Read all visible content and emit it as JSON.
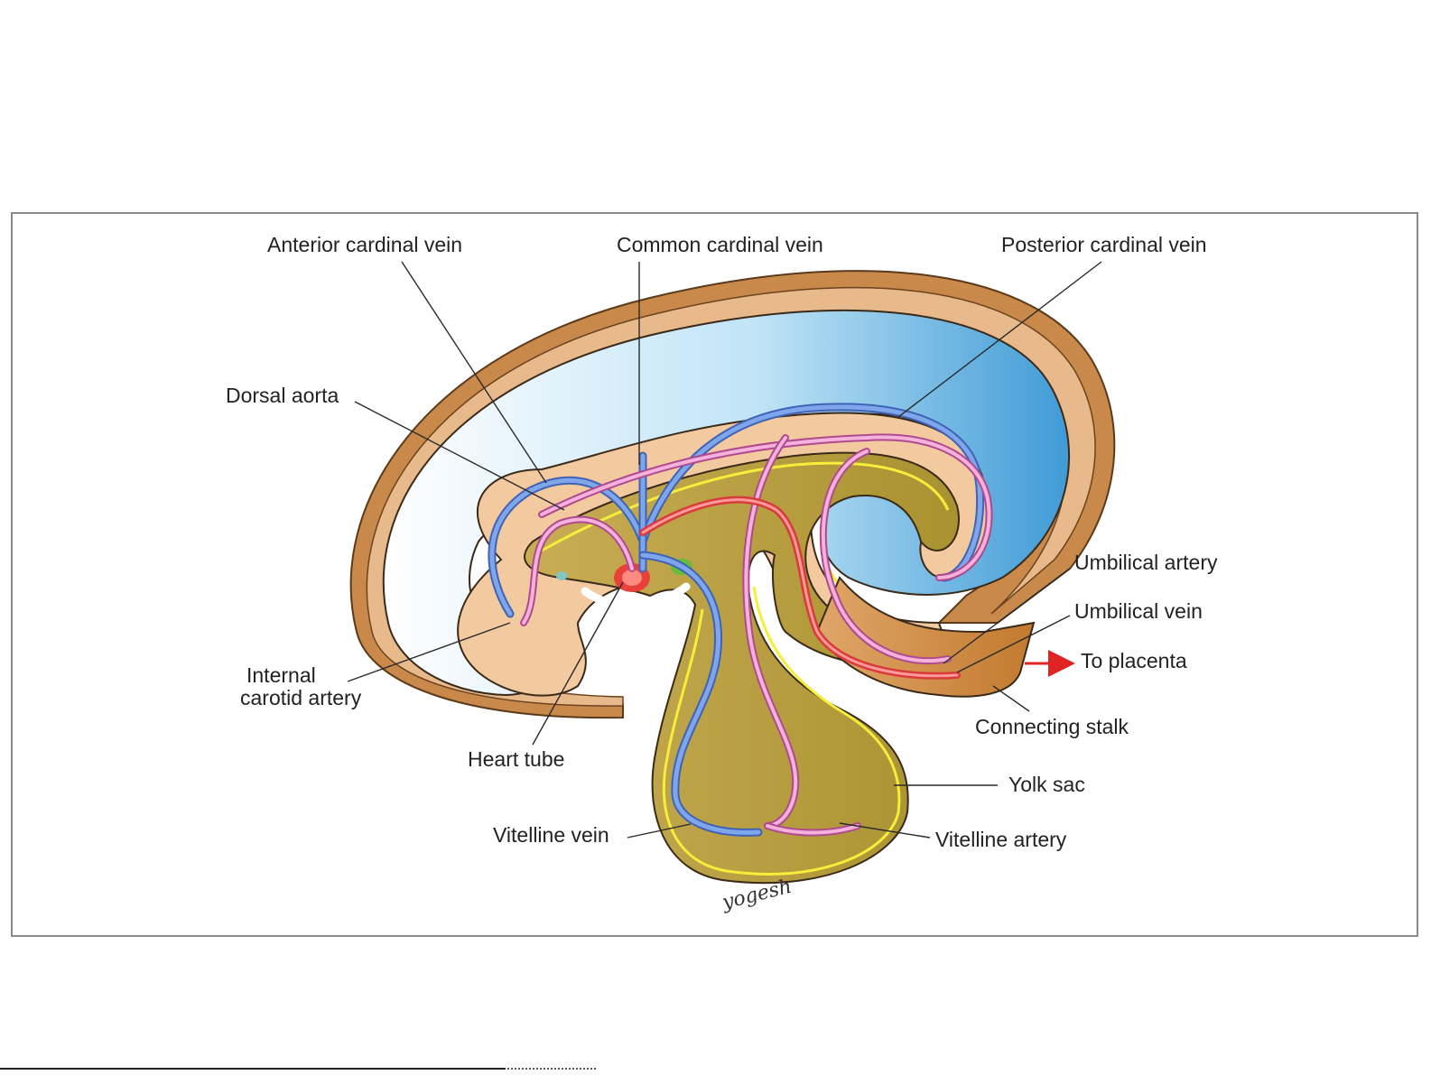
{
  "labels": {
    "anterior_cardinal_vein": "Anterior cardinal vein",
    "common_cardinal_vein": "Common cardinal vein",
    "posterior_cardinal_vein": "Posterior cardinal vein",
    "dorsal_aorta": "Dorsal aorta",
    "umbilical_artery": "Umbilical artery",
    "umbilical_vein": "Umbilical vein",
    "to_placenta": "To placenta",
    "internal_carotid_line1": "Internal",
    "internal_carotid_line2": "carotid artery",
    "connecting_stalk": "Connecting stalk",
    "heart_tube": "Heart tube",
    "yolk_sac": "Yolk sac",
    "vitelline_vein": "Vitelline vein",
    "vitelline_artery": "Vitelline artery"
  },
  "signature": "yogesh",
  "colors": {
    "amnion_outer": "#c8894a",
    "amnion_inner": "#e8b98a",
    "amniotic_cavity": "#7cc0e8",
    "embryo_tissue": "#f3c9a0",
    "yolk": "#bfa545",
    "endoderm_line": "#f5ee3a",
    "artery": "#e990c8",
    "vein": "#5a86d6",
    "heart": "#e8413a",
    "arrow": "#e02424"
  }
}
